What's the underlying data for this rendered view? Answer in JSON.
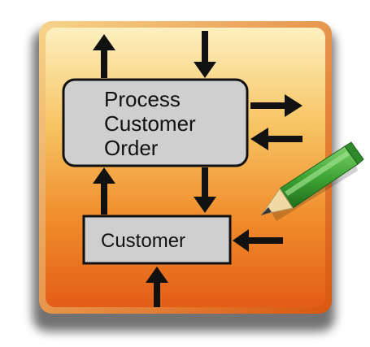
{
  "diagram": {
    "process_box": {
      "lines": [
        "Process",
        "Customer",
        "Order"
      ]
    },
    "customer_box": {
      "label": "Customer"
    },
    "colors": {
      "tile_top": "#fbe9a6",
      "tile_mid": "#f4a235",
      "tile_bottom": "#e8641a",
      "box_fill": "#cfcfcf",
      "arrow": "#111111",
      "pencil_body": "#3fa535",
      "pencil_wood": "#f0d9a6"
    },
    "icons": [
      "arrow-up-icon",
      "arrow-down-icon",
      "arrow-right-icon",
      "arrow-left-icon",
      "pencil-icon"
    ]
  }
}
